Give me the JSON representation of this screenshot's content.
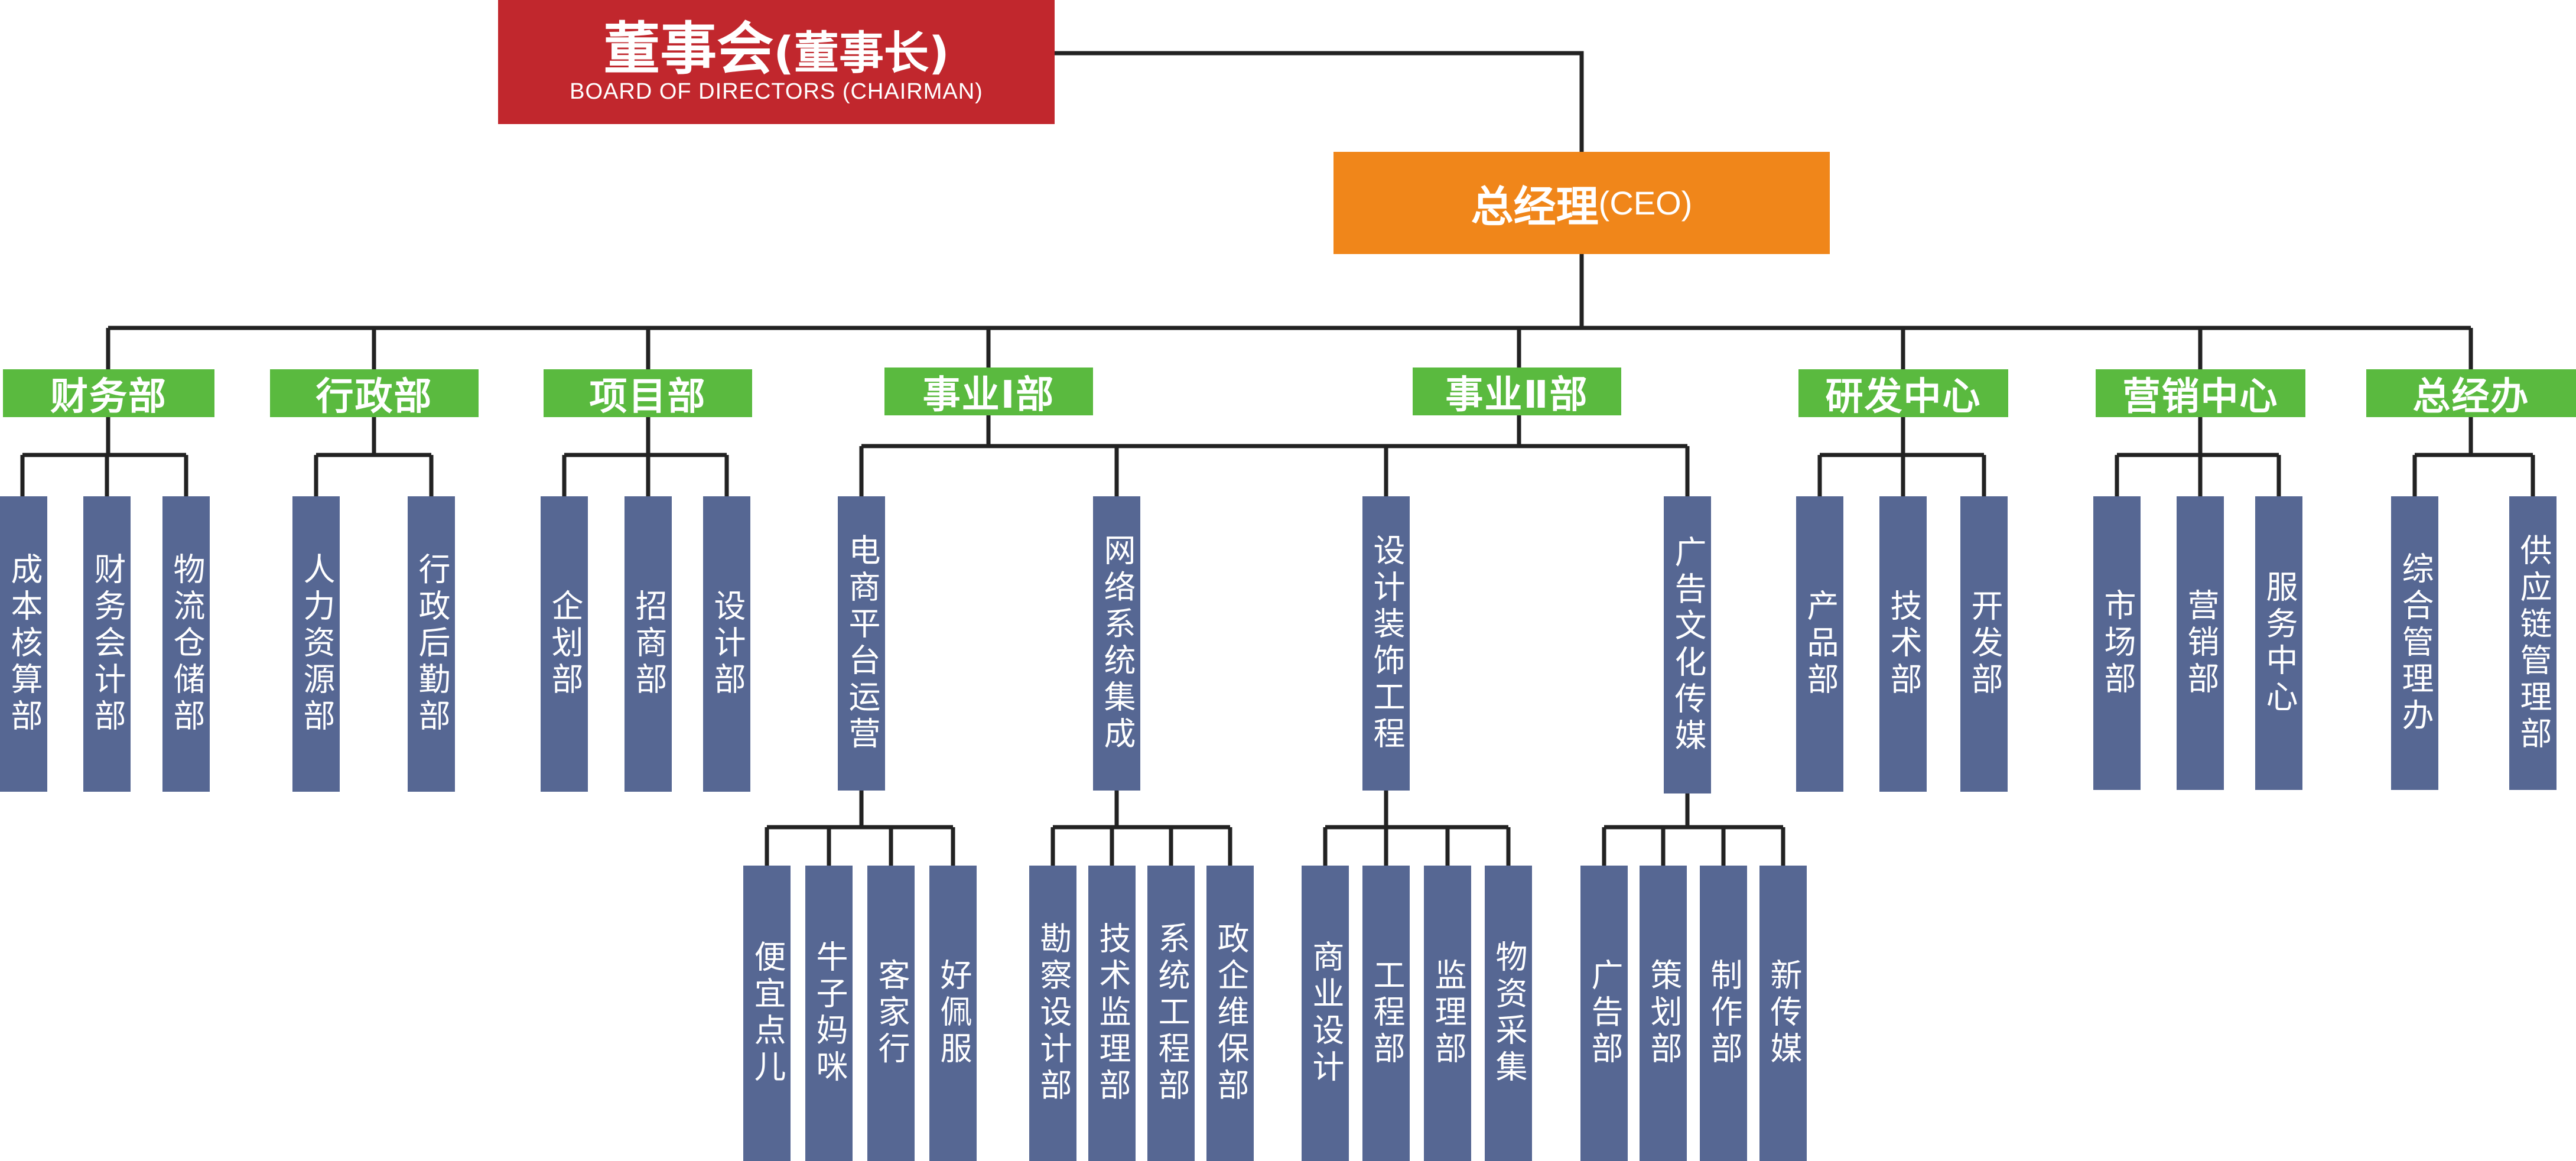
{
  "board": {
    "title": "董事会",
    "paren": "(董事长)",
    "english": "BOARD OF DIRECTORS (CHAIRMAN)",
    "color": "#c1272d"
  },
  "ceo": {
    "title": "总经理",
    "english": "(CEO)",
    "color": "#f0861a"
  },
  "colors": {
    "department": "#5aba3f",
    "unit": "#566793",
    "line": "#222222"
  },
  "departments": [
    {
      "name": "财务部",
      "units": [
        "成本核算部",
        "财务会计部",
        "物流仓储部"
      ]
    },
    {
      "name": "行政部",
      "units": [
        "人力资源部",
        "行政后勤部"
      ]
    },
    {
      "name": "项目部",
      "units": [
        "企划部",
        "招商部",
        "设计部"
      ]
    },
    {
      "name": "事业Ⅰ部",
      "units": [
        {
          "name": "电商平台运营",
          "subs": [
            "便宜点儿",
            "牛子妈咪",
            "客家行",
            "好佩服"
          ]
        },
        {
          "name": "网络系统集成",
          "subs": [
            "勘察设计部",
            "技术监理部",
            "系统工程部",
            "政企维保部"
          ]
        }
      ]
    },
    {
      "name": "事业Ⅱ部",
      "units": [
        {
          "name": "设计装饰工程",
          "subs": [
            "商业设计",
            "工程部",
            "监理部",
            "物资采集"
          ]
        },
        {
          "name": "广告文化传媒",
          "subs": [
            "广告部",
            "策划部",
            "制作部",
            "新传媒"
          ]
        }
      ]
    },
    {
      "name": "研发中心",
      "units": [
        "产品部",
        "技术部",
        "开发部"
      ]
    },
    {
      "name": "营销中心",
      "units": [
        "市场部",
        "营销部",
        "服务中心"
      ]
    },
    {
      "name": "总经办",
      "units": [
        "综合管理办",
        "供应链管理部"
      ]
    }
  ]
}
